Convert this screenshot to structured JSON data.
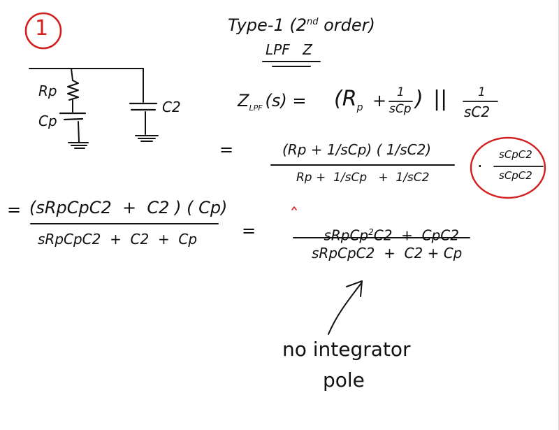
{
  "page_number": "1",
  "title": {
    "line1": "Type-1 (2",
    "line1_sup": "nd",
    "line1_end": " order)",
    "line2": "LPF  Z"
  },
  "circuit": {
    "rp_label": "Rp",
    "cp_label": "Cp",
    "c2_label": "C2"
  },
  "eq1": {
    "lhs": "Z",
    "lhs_sub": "LPF",
    "lhs_arg": "(s) =",
    "term_open": "(R",
    "term_sub": "p",
    "plus": "+",
    "frac_num": "1",
    "frac_den": "sCp",
    "term_close": ")",
    "parallel": "||",
    "frac2_num": "1",
    "frac2_den": "sC2"
  },
  "eq2": {
    "equals": "=",
    "numerator": "(Rp + 1/sCp) ( 1/sC2)",
    "denominator": "Rp +  1/sCp   +  1/sC2",
    "dot": "·",
    "mult_num": "sCpC2",
    "mult_den": "sCpC2"
  },
  "eq3": {
    "equals_left": "=",
    "numerator": "(sRpCpC2  +  C2 ) ( Cp)",
    "denominator": "sRpCpC2  +  C2  +  Cp",
    "equals_mid": "=",
    "num2_a": "sRpCp",
    "num2_sup": "2",
    "num2_b": "C2  +  CpC2",
    "den2": "sRpCpC2  +  C2 + Cp"
  },
  "annotation": {
    "line1": "no integrator",
    "line2": "pole"
  },
  "colors": {
    "ink": "#111111",
    "red": "#d21f1f"
  }
}
